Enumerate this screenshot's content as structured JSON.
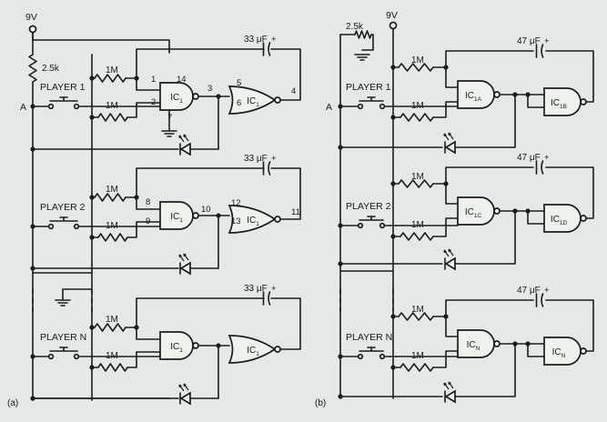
{
  "labels": {
    "supply": "9V",
    "pullup": "2.5k",
    "node_a": "A",
    "resistor": "1M",
    "cap_a": "33 μF",
    "cap_b": "47 μF",
    "plus": "+",
    "ic": "IC",
    "ic_sub": "1",
    "player1": "PLAYER 1",
    "player2": "PLAYER 2",
    "playerN": "PLAYER N",
    "part_a": "(a)",
    "part_b": "(b)"
  },
  "pins_a": {
    "row1": [
      "1",
      "14",
      "2",
      "7",
      "3",
      "5",
      "6",
      "4"
    ],
    "row2": [
      "8",
      "9",
      "10",
      "12",
      "13",
      "11"
    ]
  },
  "gates_b": [
    {
      "main": "IC",
      "sub": "1A"
    },
    {
      "main": "IC",
      "sub": "1B"
    },
    {
      "main": "IC",
      "sub": "1C"
    },
    {
      "main": "IC",
      "sub": "1D"
    },
    {
      "main": "IC",
      "sub": "N"
    },
    {
      "main": "IC",
      "sub": "N"
    }
  ]
}
